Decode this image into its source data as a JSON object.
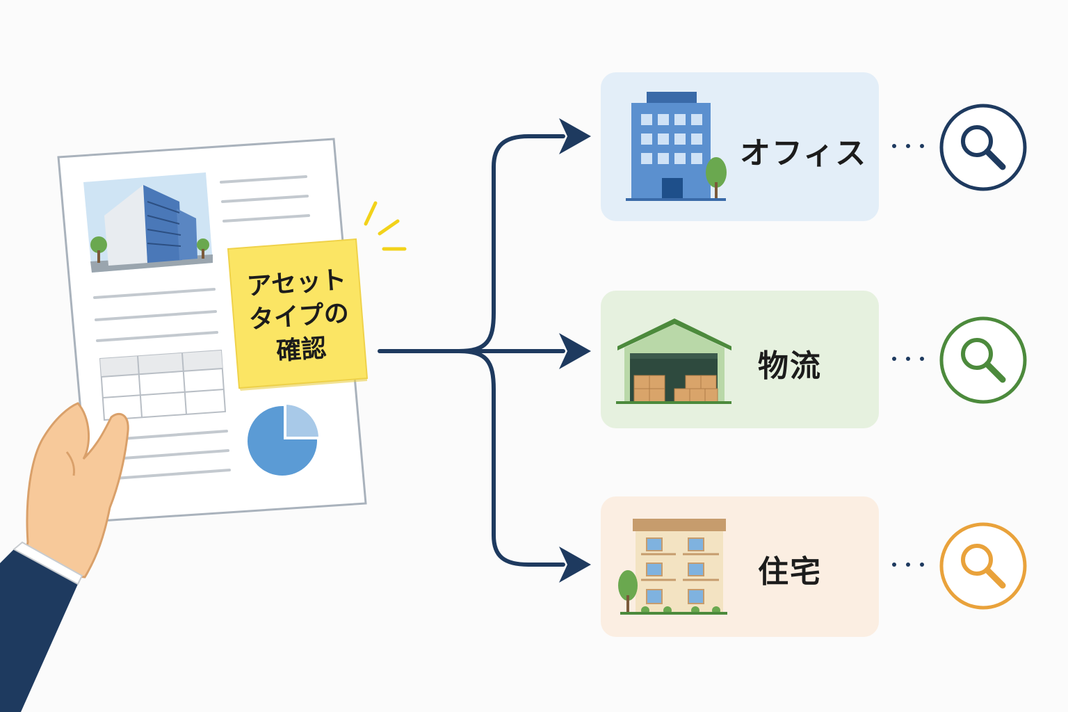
{
  "sticky_note": {
    "lines": [
      "アセット",
      "タイプの",
      "確認"
    ]
  },
  "categories": [
    {
      "label": "オフィス",
      "icon": "office-building-icon",
      "card_color": "#e3eef8",
      "accent": "#1e3a5f"
    },
    {
      "label": "物流",
      "icon": "warehouse-icon",
      "card_color": "#e6f1df",
      "accent": "#4c8a3c"
    },
    {
      "label": "住宅",
      "icon": "apartment-icon",
      "card_color": "#fbeee2",
      "accent": "#e9a23b"
    }
  ],
  "colors": {
    "arrow": "#1e3a5f",
    "sticky": "#fbe564",
    "sleeve": "#1e3a5f",
    "skin": "#f7c99a"
  }
}
